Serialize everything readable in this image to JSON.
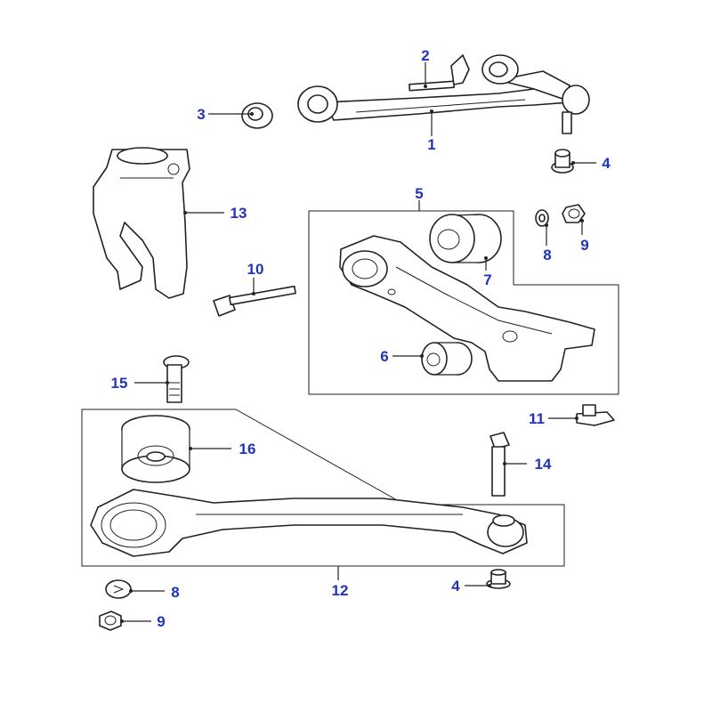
{
  "callouts": {
    "c1": "1",
    "c2": "2",
    "c3": "3",
    "c4a": "4",
    "c4b": "4",
    "c5": "5",
    "c6": "6",
    "c7": "7",
    "c8a": "8",
    "c8b": "8",
    "c9a": "9",
    "c9b": "9",
    "c10": "10",
    "c11": "11",
    "c12": "12",
    "c13": "13",
    "c14": "14",
    "c15": "15",
    "c16": "16"
  },
  "colors": {
    "callout": "#2233bb",
    "line": "#222222"
  }
}
